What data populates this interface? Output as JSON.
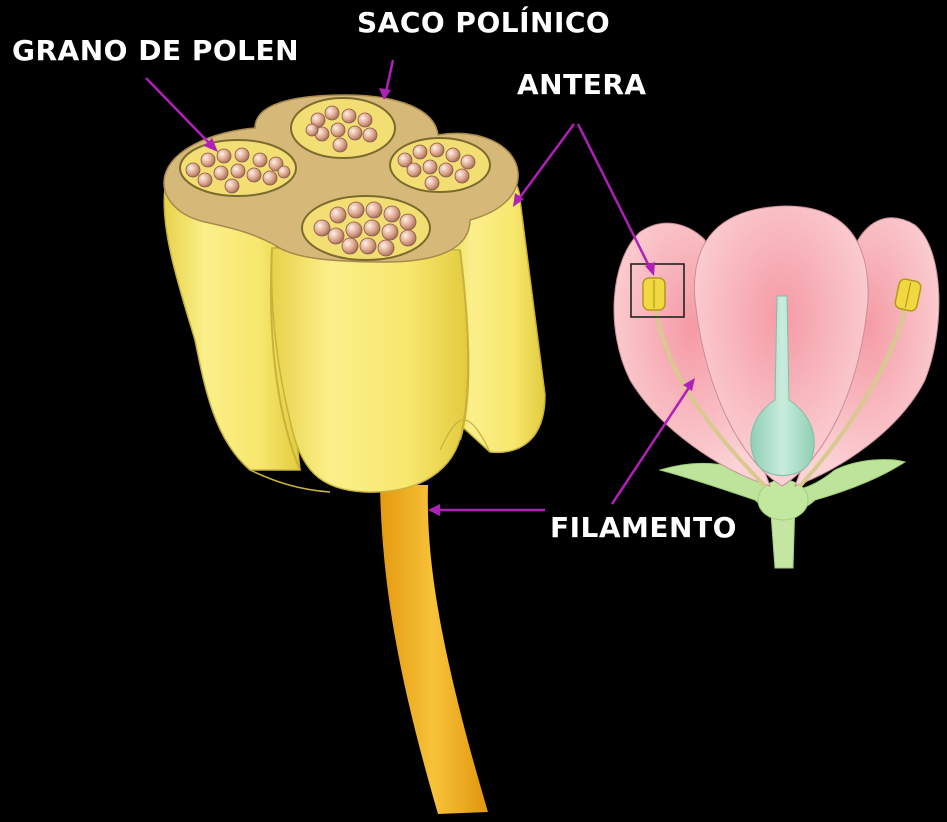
{
  "labels": {
    "grano_de_polen": "GRANO DE POLEN",
    "saco_polinico": "SACO POLÍNICO",
    "antera": "ANTERA",
    "filamento": "FILAMENTO"
  },
  "colors": {
    "background": "#000000",
    "label_text": "#ffffff",
    "pointer": "#b01fb8",
    "anther": "#f2e46a",
    "filament": "#f2b21c",
    "pollen": "#d9a48a",
    "petal": "#f7b8bf",
    "pistil": "#a9dcc6",
    "sepal": "#b5e08a"
  }
}
